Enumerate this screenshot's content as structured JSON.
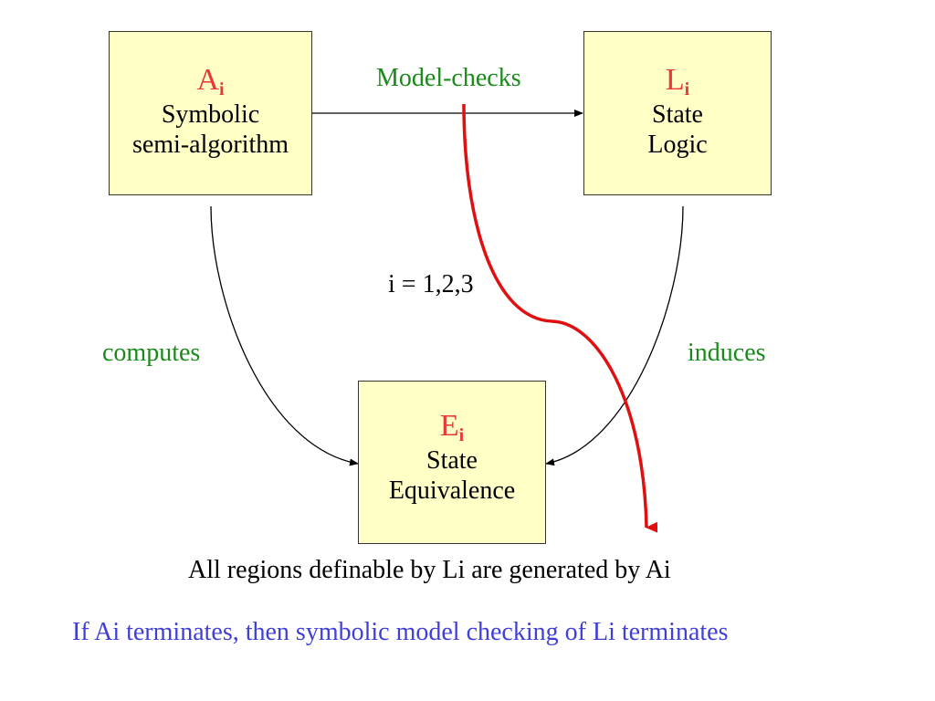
{
  "nodes": {
    "a": {
      "title": "A",
      "sub": "i",
      "line1": "Symbolic",
      "line2": "semi-algorithm"
    },
    "l": {
      "title": "L",
      "sub": "i",
      "line1": "State",
      "line2": "Logic"
    },
    "e": {
      "title": "E",
      "sub": "i",
      "line1": "State",
      "line2": "Equivalence"
    }
  },
  "edges": {
    "model_checks": "Model-checks",
    "computes": "computes",
    "induces": "induces"
  },
  "index_note": "i = 1,2,3",
  "caption": "All regions definable by Li are generated by Ai",
  "conclusion": "If Ai terminates, then symbolic model checking of Li terminates",
  "colors": {
    "box_fill": "#ffffc6",
    "title_red": "#e8383d",
    "edge_green": "#1a8a1a",
    "conclusion_blue": "#3f3fd8",
    "arrow_red": "#e01010"
  }
}
